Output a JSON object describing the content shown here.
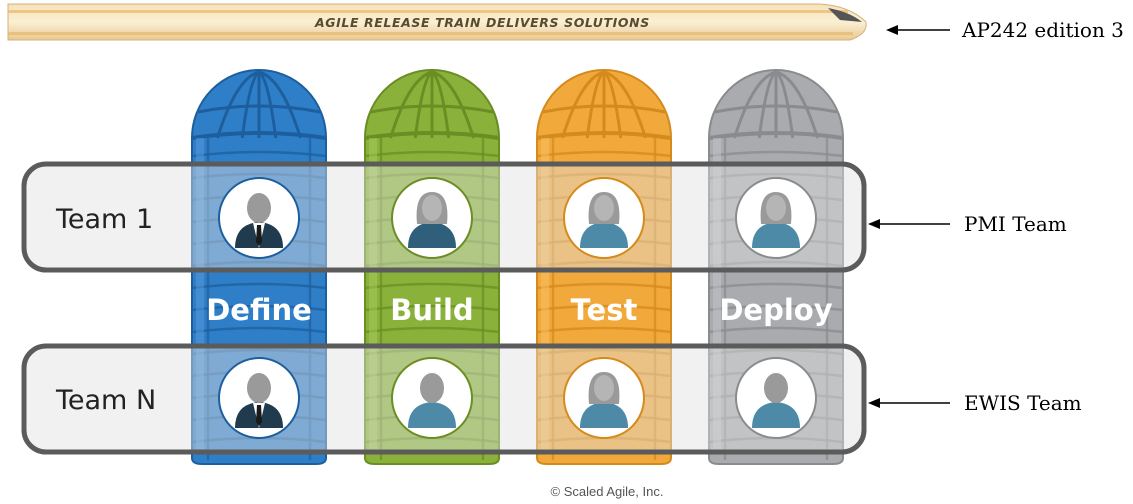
{
  "train": {
    "text": "AGILE RELEASE TRAIN DELIVERS SOLUTIONS"
  },
  "silos": [
    {
      "label": "Define",
      "color": "#2f7fc8",
      "dark": "#1d5f9e",
      "light": "#5a9cdb"
    },
    {
      "label": "Build",
      "color": "#8ab23a",
      "dark": "#6a8d24",
      "light": "#a7c95c"
    },
    {
      "label": "Test",
      "color": "#f2a93b",
      "dark": "#d48a1c",
      "light": "#f7c36a"
    },
    {
      "label": "Deploy",
      "color": "#a9abae",
      "dark": "#898b8e",
      "light": "#c4c6c8"
    }
  ],
  "teams": [
    {
      "label": "Team 1",
      "avatars": [
        "man-suit",
        "woman",
        "woman",
        "woman"
      ]
    },
    {
      "label": "Team N",
      "avatars": [
        "man-suit",
        "man",
        "woman",
        "man"
      ]
    }
  ],
  "annotations": {
    "train": "AP242 edition 3",
    "team1": "PMI Team",
    "teamN": "EWIS Team"
  },
  "copyright": "© Scaled Agile, Inc."
}
